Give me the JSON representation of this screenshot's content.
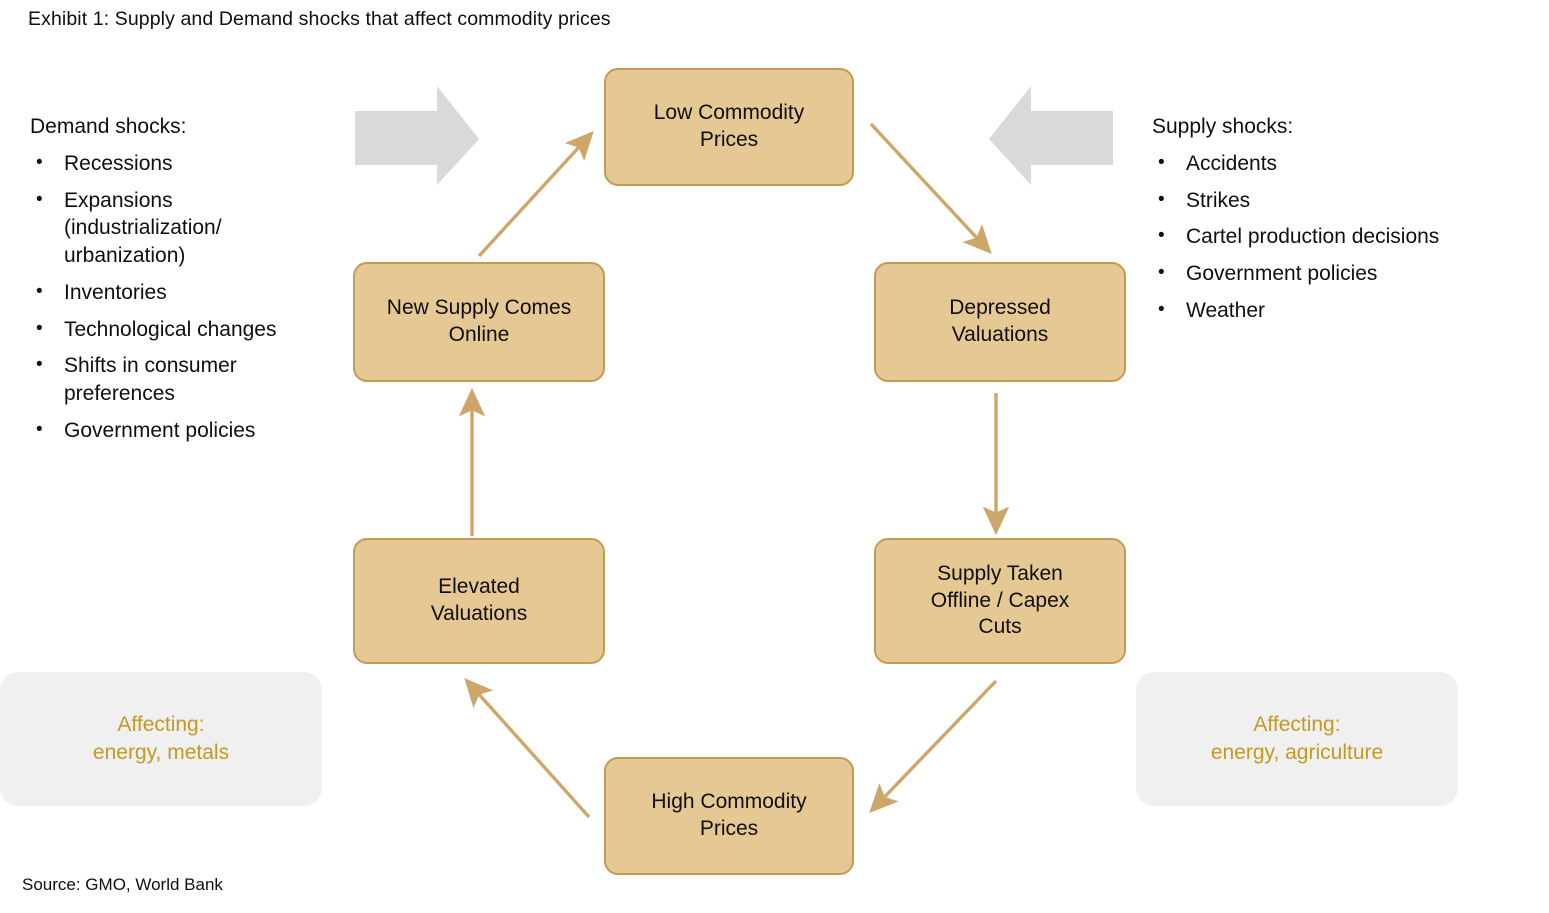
{
  "exhibit": {
    "title": "Exhibit 1: Supply and Demand shocks that affect commodity prices",
    "source": "Source: GMO, World Bank"
  },
  "colors": {
    "box_fill": "#e6c894",
    "box_border": "#c49a55",
    "arrow": "#cda769",
    "block_arrow": "#d9d9d9",
    "callout_fill": "#f0f0f0",
    "callout_text": "#c49a22",
    "text": "#0f0f0f"
  },
  "demand_shocks": {
    "heading": "Demand shocks:",
    "bullet_glyph": "•",
    "items": [
      "Recessions",
      "Expansions\n(industrialization/\nurbanization)",
      "Inventories",
      "Technological changes",
      "Shifts in consumer\npreferences",
      "Government policies"
    ]
  },
  "supply_shocks": {
    "heading": "Supply shocks:",
    "bullet_glyph": "•",
    "items": [
      "Accidents",
      "Strikes",
      "Cartel production decisions",
      "Government policies",
      "Weather"
    ]
  },
  "cycle": {
    "nodes": [
      {
        "id": "low-prices",
        "label": "Low Commodity\nPrices"
      },
      {
        "id": "depressed-val",
        "label": "Depressed\nValuations"
      },
      {
        "id": "supply-offline",
        "label": "Supply Taken\nOffline / Capex\nCuts"
      },
      {
        "id": "high-prices",
        "label": "High Commodity\nPrices"
      },
      {
        "id": "elevated-val",
        "label": "Elevated\nValuations"
      },
      {
        "id": "new-supply",
        "label": "New Supply Comes\nOnline"
      }
    ],
    "edges": [
      {
        "from": "low-prices",
        "to": "depressed-val"
      },
      {
        "from": "depressed-val",
        "to": "supply-offline"
      },
      {
        "from": "supply-offline",
        "to": "high-prices"
      },
      {
        "from": "high-prices",
        "to": "elevated-val"
      },
      {
        "from": "elevated-val",
        "to": "new-supply"
      },
      {
        "from": "new-supply",
        "to": "low-prices"
      }
    ]
  },
  "callouts": {
    "left": "Affecting:\nenergy, metals",
    "right": "Affecting:\nenergy, agriculture"
  }
}
